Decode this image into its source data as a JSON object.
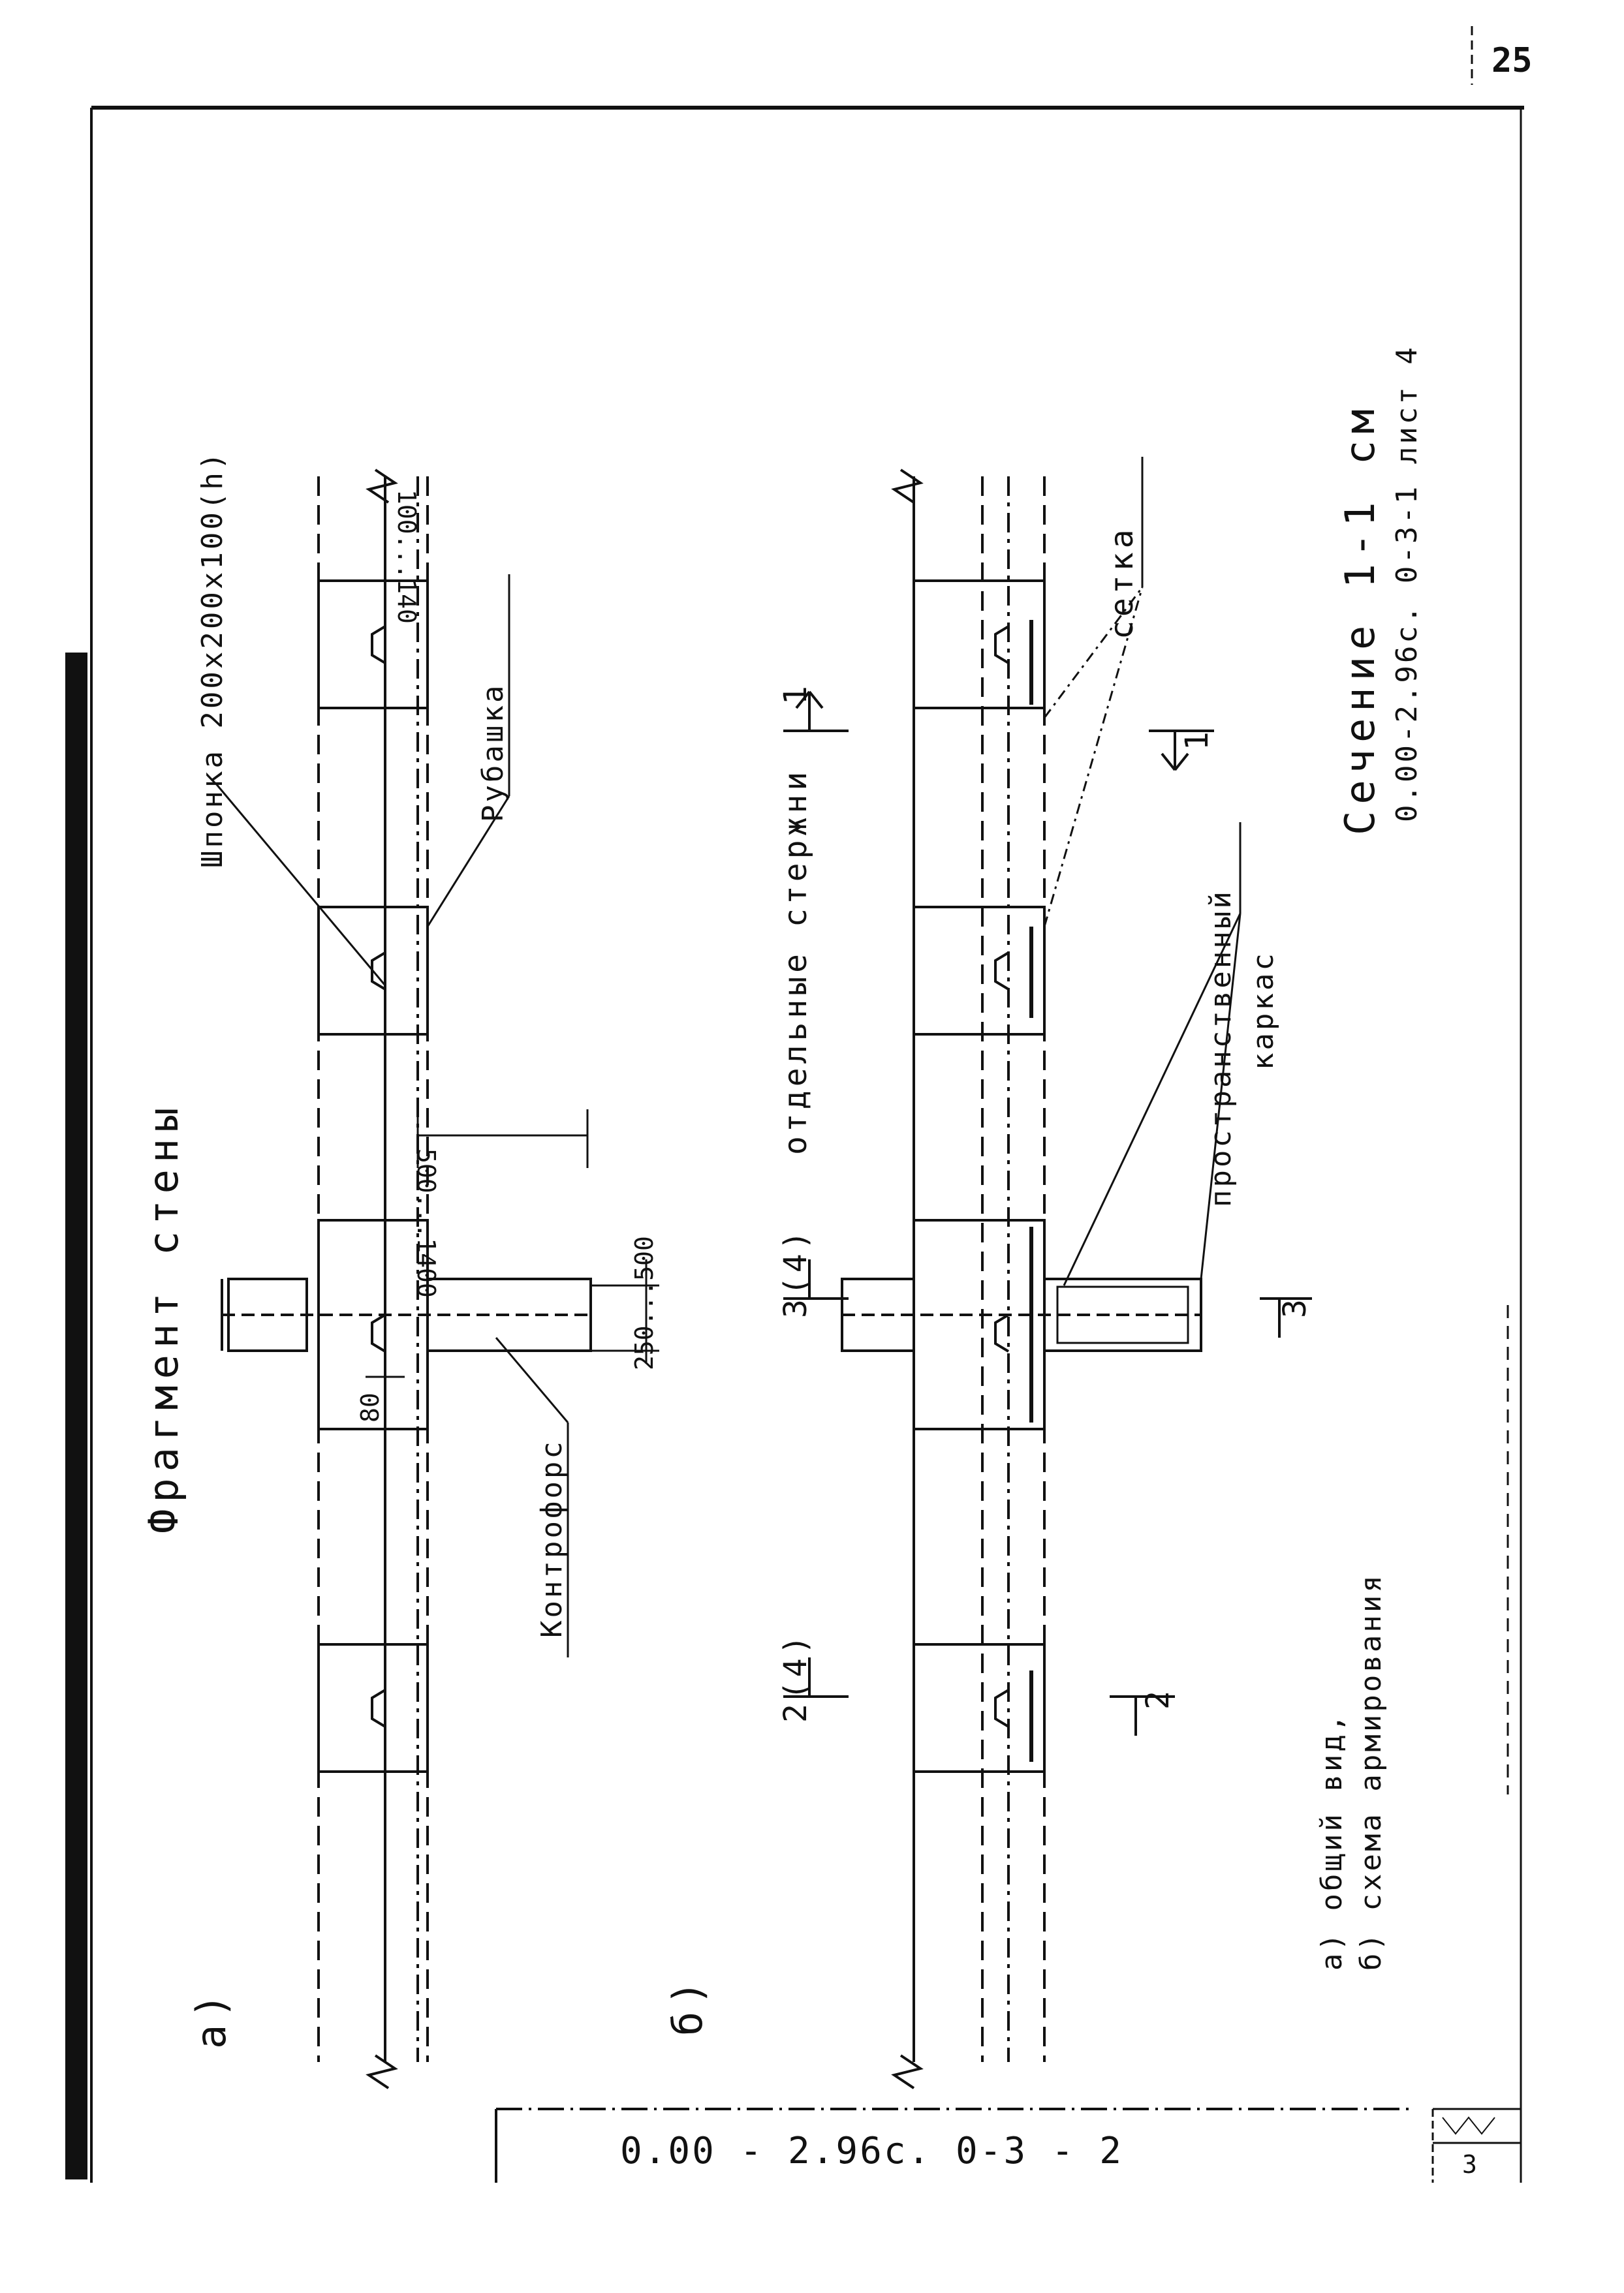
{
  "sheet": {
    "page_number": "25",
    "footer_code": "0.00 - 2.96с. 0-3 - 2",
    "sheet_box_label": "3"
  },
  "fragment_a": {
    "letter": "а)",
    "heading": "Фрагмент стены",
    "key_label": "Шпонка 200х200х100(h)",
    "shirt_label": "Рубашка",
    "buttress_label": "Контрофорс",
    "dim_wall": "100...140",
    "dim_pitch": "500...1400",
    "dim_buttress": "250...500",
    "dim_gap": "80"
  },
  "fragment_b": {
    "letter": "б)",
    "rods_label": "отдельные стержни",
    "mesh_label": "сетка",
    "cage_label_1": "пространственный",
    "cage_label_2": "каркас",
    "cut_1_top": "1",
    "cut_1_bottom": "1",
    "cut_2_top": "2(4)",
    "cut_2_bottom": "2",
    "cut_3_top": "3(4)",
    "cut_3_bottom": "3"
  },
  "section_note": {
    "title": "Сечение 1-1 см",
    "reference": "0.00-2.96с. 0-3-1 лист 4"
  },
  "legend": {
    "line_a": "а) общий вид,",
    "line_b": "б) схема армирования"
  }
}
